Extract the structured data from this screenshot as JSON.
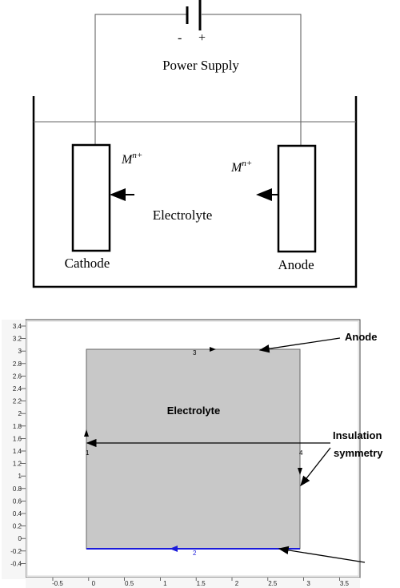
{
  "schematic": {
    "minus_label": "-",
    "plus_label": "+",
    "power_supply_label": "Power Supply",
    "cathode_label": "Cathode",
    "anode_label": "Anode",
    "electrolyte_label": "Electrolyte",
    "ion_symbol_base": "M",
    "ion_symbol_sup": "n+"
  },
  "plot": {
    "domain_label": "Electrolyte",
    "annotation_anode": "Anode",
    "annotation_insulation_line1": "Insulation",
    "annotation_insulation_line2": "symmetry",
    "boundary_numbers": [
      "1",
      "2",
      "3",
      "4"
    ],
    "y_ticks": [
      "3.4",
      "3.2",
      "3",
      "2.8",
      "2.6",
      "2.4",
      "2.2",
      "2",
      "1.8",
      "1.6",
      "1.4",
      "1.2",
      "1",
      "0.8",
      "0.6",
      "0.4",
      "0.2",
      "0",
      "-0.2",
      "-0.4"
    ],
    "x_ticks": [
      "-0.5",
      "0",
      "0.5",
      "1",
      "1.5",
      "2",
      "2.5",
      "3",
      "3.5"
    ],
    "domain_fill": "#c8c8c8",
    "cathode_boundary_color": "#1a1adb"
  }
}
